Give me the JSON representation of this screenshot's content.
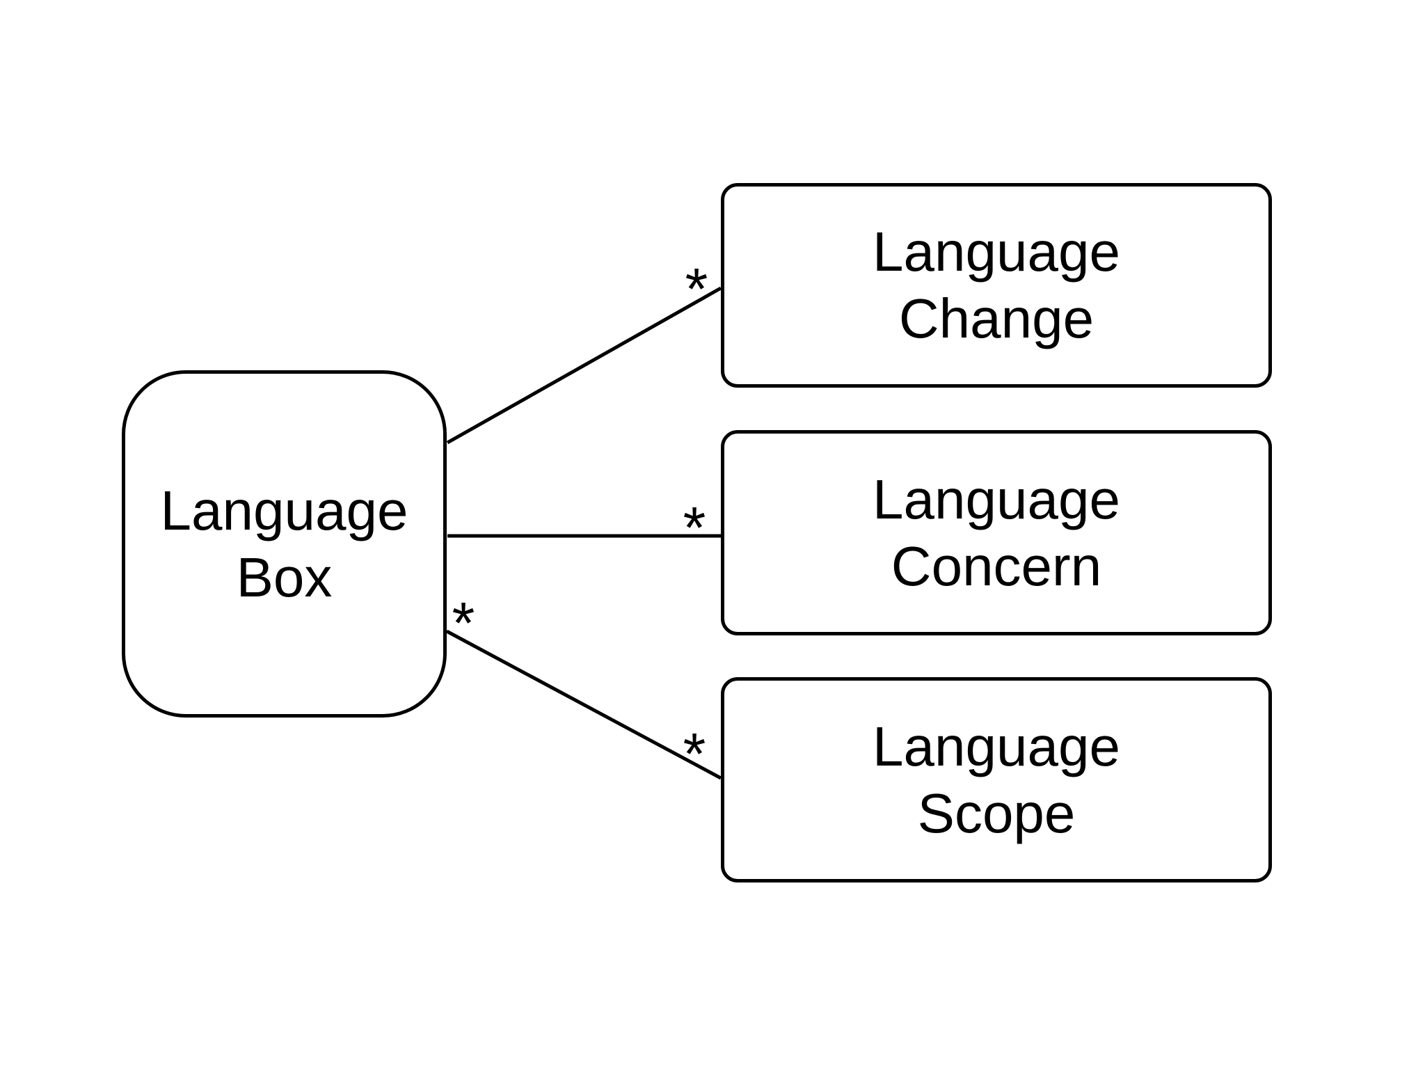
{
  "diagram": {
    "colors": {
      "background": "#ffffff",
      "stroke": "#000000",
      "text": "#000000"
    },
    "nodes": {
      "language_box": {
        "label": "Language\nBox"
      },
      "language_change": {
        "label": "Language\nChange"
      },
      "language_concern": {
        "label": "Language\nConcern"
      },
      "language_scope": {
        "label": "Language\nScope"
      }
    },
    "edges": {
      "box_to_change": {
        "end_multiplicity": "*"
      },
      "box_to_concern": {
        "end_multiplicity": "*"
      },
      "box_to_scope": {
        "start_multiplicity": "*",
        "end_multiplicity": "*"
      }
    }
  }
}
